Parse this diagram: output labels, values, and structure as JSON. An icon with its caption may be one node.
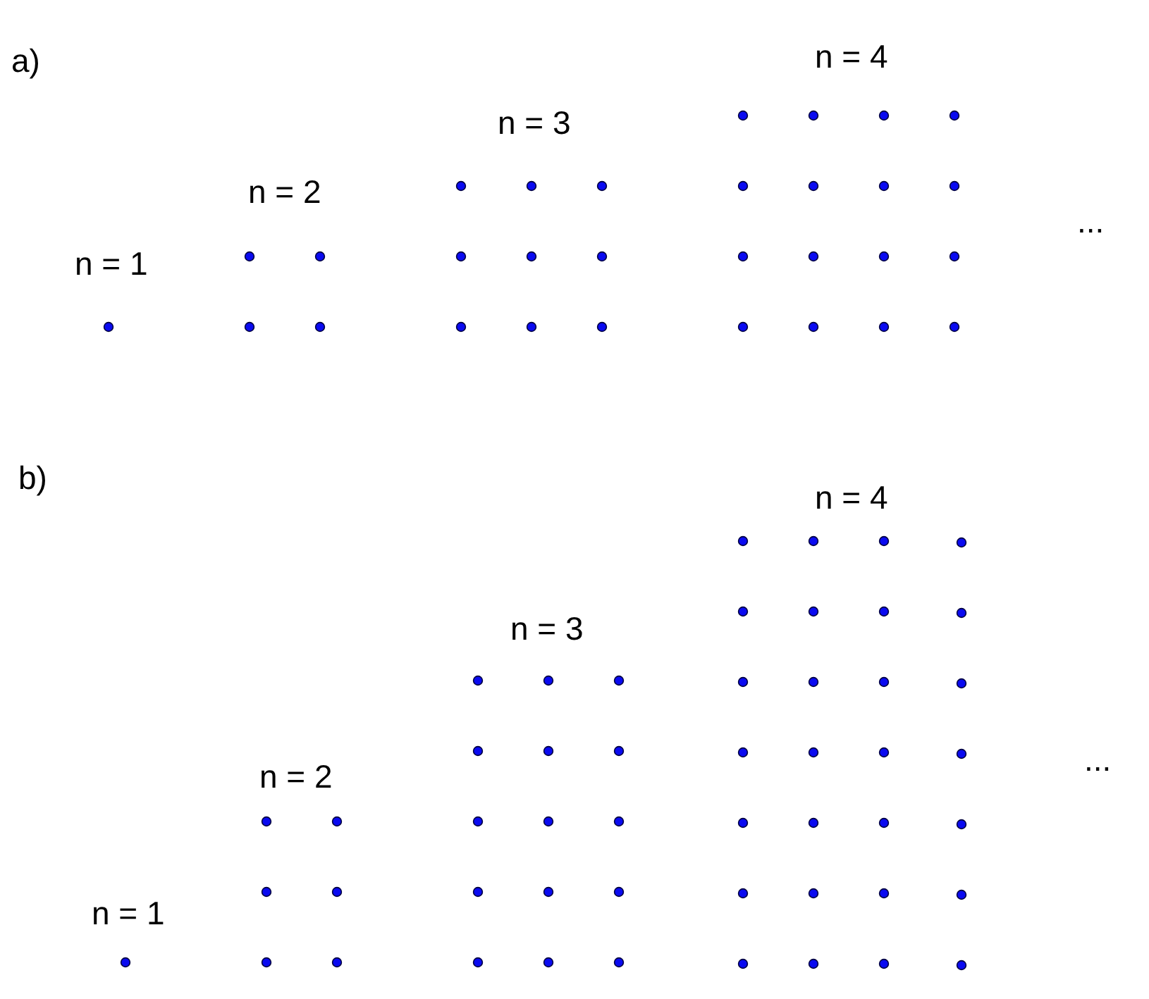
{
  "diagram": {
    "labels": [
      "a)",
      "n = 1",
      "n = 2",
      "n = 3",
      "n = 4",
      "...",
      "b)",
      "n = 1",
      "n = 2",
      "n = 3",
      "n = 4",
      "..."
    ]
  }
}
